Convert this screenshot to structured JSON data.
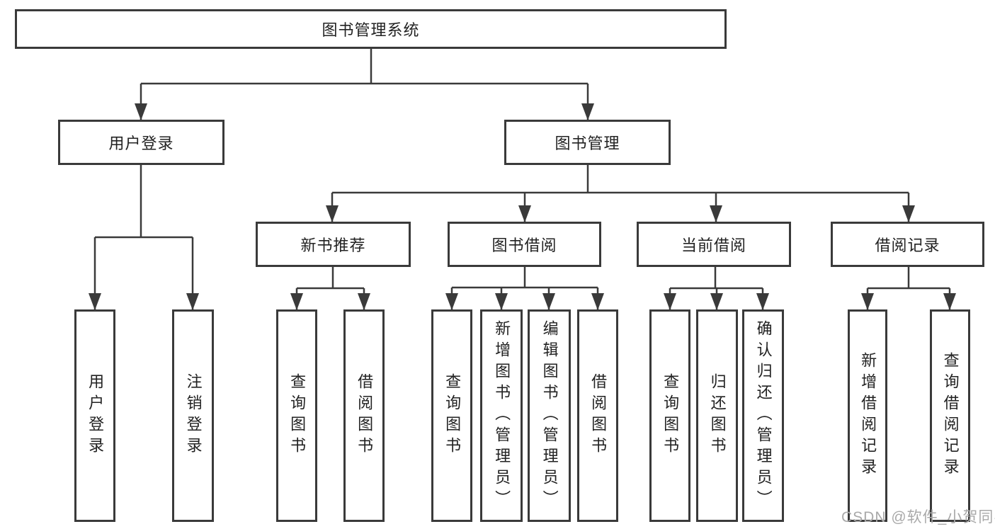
{
  "diagram": {
    "type": "hierarchy-tree",
    "tree": {
      "label": "图书管理系统",
      "children": [
        {
          "label": "用户登录",
          "children": [
            {
              "label": "用户登录"
            },
            {
              "label": "注销登录"
            }
          ]
        },
        {
          "label": "图书管理",
          "children": [
            {
              "label": "新书推荐",
              "children": [
                {
                  "label": "查询图书"
                },
                {
                  "label": "借阅图书"
                }
              ]
            },
            {
              "label": "图书借阅",
              "children": [
                {
                  "label": "查询图书"
                },
                {
                  "label": "新增图书（管理员）"
                },
                {
                  "label": "编辑图书（管理员）"
                },
                {
                  "label": "借阅图书"
                }
              ]
            },
            {
              "label": "当前借阅",
              "children": [
                {
                  "label": "查询图书"
                },
                {
                  "label": "归还图书"
                },
                {
                  "label": "确认归还（管理员）"
                }
              ]
            },
            {
              "label": "借阅记录",
              "children": [
                {
                  "label": "新增借阅记录"
                },
                {
                  "label": "查询借阅记录"
                }
              ]
            }
          ]
        }
      ]
    },
    "colors": {
      "line": "#3a3a3a",
      "box_border": "#3a3a3a",
      "box_fill": "#ffffff",
      "text": "#222222",
      "watermark_text": "#a9a9a9",
      "background": "#ffffff"
    }
  },
  "watermark": {
    "text": "CSDN @软件_小贺同学"
  }
}
